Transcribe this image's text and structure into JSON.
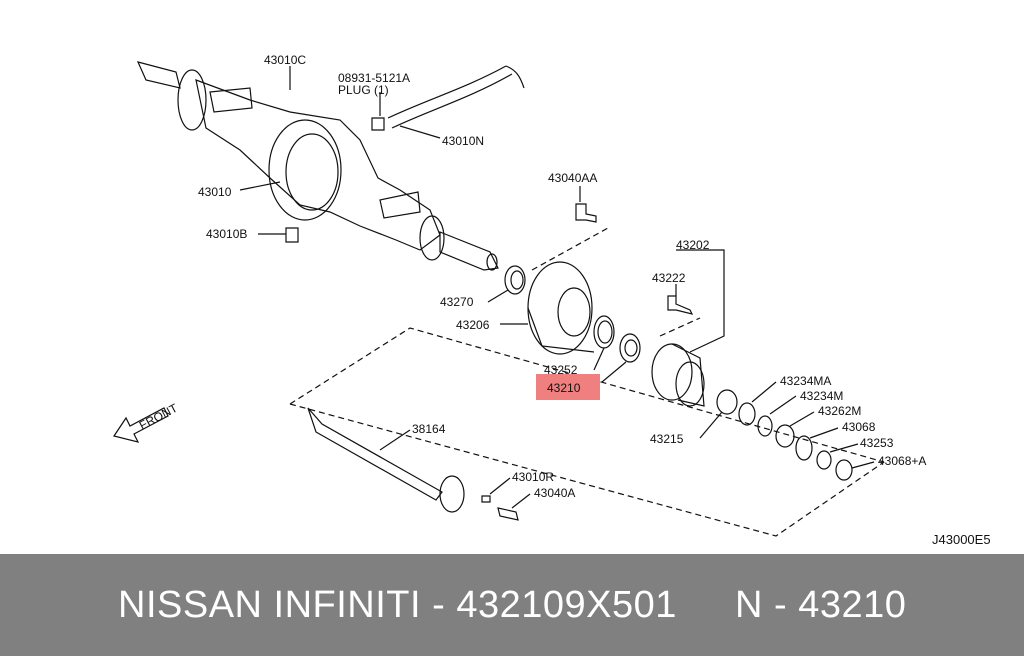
{
  "labels": {
    "p43010C": "43010C",
    "p08931": "08931-5121A",
    "plug": "PLUG (1)",
    "p43010N": "43010N",
    "p43010": "43010",
    "p43040AA": "43040AA",
    "p43010B": "43010B",
    "p43202": "43202",
    "p43222": "43222",
    "p43270": "43270",
    "p43206": "43206",
    "p43252": "43252",
    "p43210": "43210",
    "p43234MA": "43234MA",
    "p43234M": "43234M",
    "p43262M": "43262M",
    "p43068": "43068",
    "p43215": "43215",
    "p43253": "43253",
    "p43068A": "43068+A",
    "front": "FRONT",
    "p38164": "38164",
    "p43010R": "43010R",
    "p43040A": "43040A",
    "code": "J43000E5"
  },
  "highlight_color": "#f08080",
  "footer": {
    "brand_part": "NISSAN  INFINITI - 432109X501",
    "ref": "N - 43210"
  }
}
